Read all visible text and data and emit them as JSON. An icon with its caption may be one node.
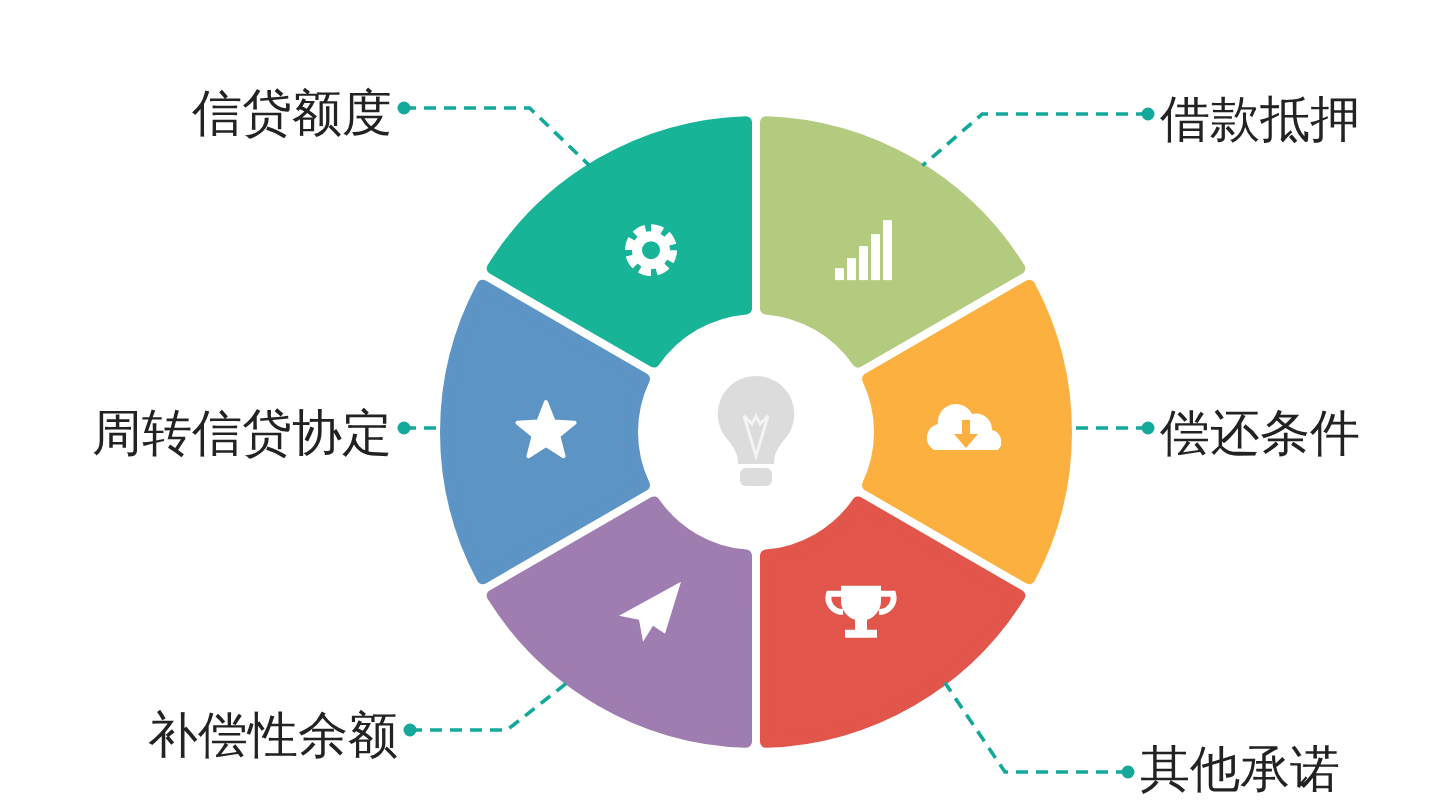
{
  "diagram": {
    "nodes": [
      {
        "text": [
          "信贷额度"
        ]
      },
      {
        "text": [
          "借款抵押"
        ]
      },
      {
        "text": [
          "周转信贷协定"
        ]
      },
      {
        "text": [
          "偿还条件"
        ]
      },
      {
        "text": [
          "补偿性余额"
        ]
      },
      {
        "text": [
          "其他承诺"
        ]
      },
      {
        "text": [],
        "shape": "box"
      },
      {
        "text": [],
        "shape": "box"
      },
      {
        "text": [],
        "shape": "box"
      },
      {
        "text": [],
        "shape": "box"
      },
      {
        "text": [],
        "shape": "box"
      },
      {
        "text": [],
        "shape": "box"
      }
    ],
    "edges": [
      {
        "from": 0,
        "to": 6,
        "arrow": "other",
        "style": "dashed"
      },
      {
        "from": 1,
        "to": 7,
        "arrow": "other",
        "style": "dashed"
      },
      {
        "from": 2,
        "to": 11,
        "arrow": "other",
        "style": "dashed"
      },
      {
        "from": 3,
        "to": 8,
        "arrow": "other",
        "style": "dashed"
      },
      {
        "from": 4,
        "to": 10,
        "arrow": "other",
        "style": "dashed"
      },
      {
        "from": 5,
        "to": 9,
        "arrow": "other",
        "style": "dashed"
      }
    ]
  }
}
